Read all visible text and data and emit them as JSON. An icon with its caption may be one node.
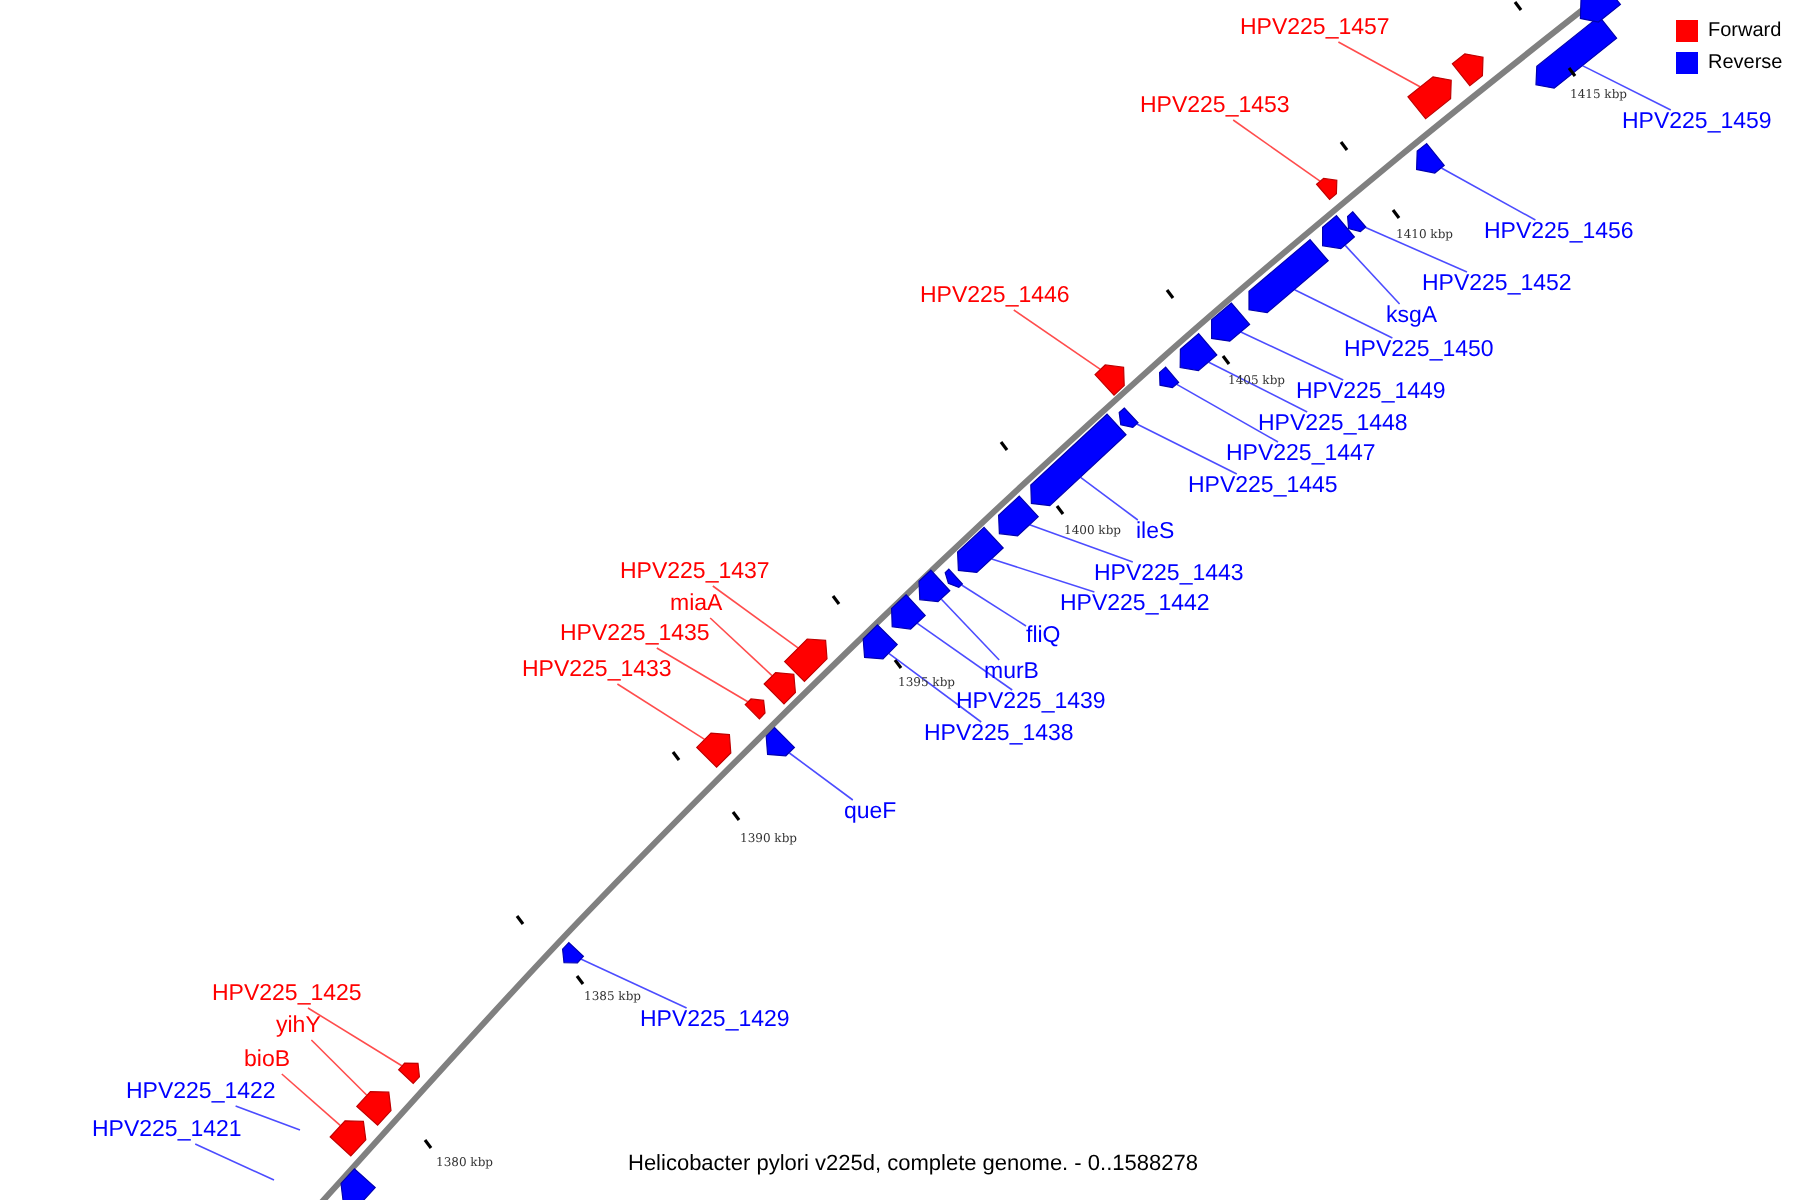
{
  "diagram": {
    "caption": "Helicobacter pylori v225d, complete genome. - 0..1588278",
    "nodes": [
      {
        "text": [
          "HPV225_1457"
        ]
      },
      {
        "text": [],
        "shape": "arrow"
      },
      {
        "text": [
          "HPV225_1453"
        ]
      },
      {
        "text": [],
        "shape": "arrow"
      },
      {
        "text": [
          "HPV225_1446"
        ]
      },
      {
        "text": [],
        "shape": "arrow"
      },
      {
        "text": [
          "HPV225_1437"
        ]
      },
      {
        "text": [],
        "shape": "arrow"
      },
      {
        "text": [
          "miaA"
        ]
      },
      {
        "text": [],
        "shape": "arrow"
      },
      {
        "text": [
          "HPV225_1435"
        ]
      },
      {
        "text": [],
        "shape": "arrow"
      },
      {
        "text": [
          "HPV225_1433"
        ]
      },
      {
        "text": [],
        "shape": "arrow"
      },
      {
        "text": [
          "HPV225_1425"
        ]
      },
      {
        "text": [],
        "shape": "arrow"
      },
      {
        "text": [
          "yihY"
        ]
      },
      {
        "text": [],
        "shape": "arrow"
      },
      {
        "text": [
          "bioB"
        ]
      },
      {
        "text": [],
        "shape": "arrow"
      },
      {
        "text": [
          "HPV225_1459"
        ]
      },
      {
        "text": [],
        "shape": "arrow"
      },
      {
        "text": [
          "HPV225_1456"
        ]
      },
      {
        "text": [],
        "shape": "arrow"
      },
      {
        "text": [
          "HPV225_1452"
        ]
      },
      {
        "text": [],
        "shape": "arrow"
      },
      {
        "text": [
          "ksgA"
        ]
      },
      {
        "text": [],
        "shape": "arrow"
      },
      {
        "text": [
          "HPV225_1450"
        ]
      },
      {
        "text": [],
        "shape": "arrow"
      },
      {
        "text": [
          "HPV225_1449"
        ]
      },
      {
        "text": [],
        "shape": "arrow"
      },
      {
        "text": [
          "HPV225_1448"
        ]
      },
      {
        "text": [],
        "shape": "arrow"
      },
      {
        "text": [
          "HPV225_1447"
        ]
      },
      {
        "text": [],
        "shape": "arrow"
      },
      {
        "text": [
          "HPV225_1445"
        ]
      },
      {
        "text": [],
        "shape": "arrow"
      },
      {
        "text": [
          "ileS"
        ]
      },
      {
        "text": [],
        "shape": "arrow"
      },
      {
        "text": [
          "HPV225_1443"
        ]
      },
      {
        "text": [],
        "shape": "arrow"
      },
      {
        "text": [
          "HPV225_1442"
        ]
      },
      {
        "text": [],
        "shape": "arrow"
      },
      {
        "text": [
          "fliQ"
        ]
      },
      {
        "text": [],
        "shape": "arrow"
      },
      {
        "text": [
          "murB"
        ]
      },
      {
        "text": [],
        "shape": "arrow"
      },
      {
        "text": [
          "HPV225_1439"
        ]
      },
      {
        "text": [],
        "shape": "arrow"
      },
      {
        "text": [
          "HPV225_1438"
        ]
      },
      {
        "text": [],
        "shape": "arrow"
      },
      {
        "text": [
          "queF"
        ]
      },
      {
        "text": [],
        "shape": "arrow"
      },
      {
        "text": [
          "HPV225_1429"
        ]
      },
      {
        "text": [],
        "shape": "arrow"
      },
      {
        "text": [
          "HPV225_1422"
        ]
      },
      {
        "text": [
          "HPV225_1421"
        ]
      },
      {
        "text": [],
        "shape": "arrow"
      },
      {
        "text": [],
        "shape": "arrow"
      },
      {
        "text": [],
        "shape": "arrow"
      }
    ],
    "edges": [
      {
        "from": 0,
        "to": 1,
        "arrow": "none",
        "color": "#ff0000"
      },
      {
        "from": 2,
        "to": 3,
        "arrow": "none",
        "color": "#ff0000"
      },
      {
        "from": 4,
        "to": 5,
        "arrow": "none",
        "color": "#ff0000"
      },
      {
        "from": 6,
        "to": 7,
        "arrow": "none",
        "color": "#ff0000"
      },
      {
        "from": 8,
        "to": 9,
        "arrow": "none",
        "color": "#ff0000"
      },
      {
        "from": 10,
        "to": 11,
        "arrow": "none",
        "color": "#ff0000"
      },
      {
        "from": 12,
        "to": 13,
        "arrow": "none",
        "color": "#ff0000"
      },
      {
        "from": 14,
        "to": 15,
        "arrow": "none",
        "color": "#ff0000"
      },
      {
        "from": 16,
        "to": 17,
        "arrow": "none",
        "color": "#ff0000"
      },
      {
        "from": 18,
        "to": 19,
        "arrow": "none",
        "color": "#ff0000"
      },
      {
        "from": 20,
        "to": 21,
        "arrow": "none"
      },
      {
        "from": 22,
        "to": 23,
        "arrow": "none"
      },
      {
        "from": 24,
        "to": 25,
        "arrow": "none"
      },
      {
        "from": 26,
        "to": 27,
        "arrow": "none"
      },
      {
        "from": 28,
        "to": 29,
        "arrow": "none"
      },
      {
        "from": 30,
        "to": 31,
        "arrow": "none"
      },
      {
        "from": 32,
        "to": 33,
        "arrow": "none"
      },
      {
        "from": 34,
        "to": 35,
        "arrow": "none"
      },
      {
        "from": 36,
        "to": 37,
        "arrow": "none"
      },
      {
        "from": 38,
        "to": 39,
        "arrow": "none"
      },
      {
        "from": 40,
        "to": 41,
        "arrow": "none"
      },
      {
        "from": 42,
        "to": 43,
        "arrow": "none"
      },
      {
        "from": 44,
        "to": 45,
        "arrow": "none"
      },
      {
        "from": 46,
        "to": 47,
        "arrow": "none"
      },
      {
        "from": 48,
        "to": 49,
        "arrow": "none"
      },
      {
        "from": 50,
        "to": 51,
        "arrow": "none"
      },
      {
        "from": 52,
        "to": 53,
        "arrow": "none"
      },
      {
        "from": 54,
        "to": 55,
        "arrow": "none"
      },
      {
        "from": 56,
        "to": null,
        "arrow": "none"
      },
      {
        "from": 57,
        "to": null,
        "arrow": "none"
      }
    ],
    "labels": [
      "1415 kbp",
      "1410 kbp",
      "1405 kbp",
      "1400 kbp",
      "1395 kbp",
      "1390 kbp",
      "1385 kbp",
      "1380 kbp"
    ],
    "legend": [
      {
        "text": "Forward",
        "color": "#ff0000"
      },
      {
        "text": "Reverse",
        "color": "#0000ff"
      }
    ]
  }
}
